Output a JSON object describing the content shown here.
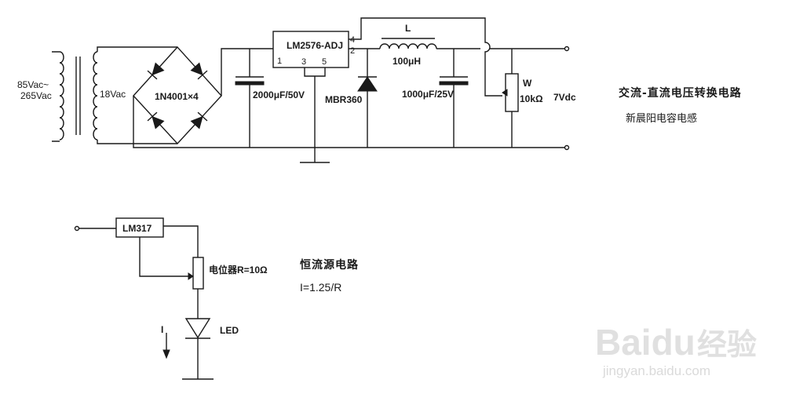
{
  "converter": {
    "title": "交流-直流电压转换电路",
    "subtitle": "新晨阳电容电感",
    "input_voltage_top": "85Vac~",
    "input_voltage_bottom": "265Vac",
    "secondary_voltage": "18Vac",
    "bridge_label": "1N4001×4",
    "filter_cap": "2000μF/50V",
    "regulator": "LM2576-ADJ",
    "pin_1": "1",
    "pin_2": "2",
    "pin_3": "3",
    "pin_4": "4",
    "pin_5": "5",
    "inductor_name": "L",
    "inductor_value": "100μH",
    "diode": "MBR360",
    "output_cap": "1000μF/25V",
    "pot_name": "W",
    "pot_value": "10kΩ",
    "output_voltage": "7Vdc"
  },
  "current_source": {
    "title": "恒流源电路",
    "regulator": "LM317",
    "pot_label": "电位器R=10Ω",
    "formula": "I=1.25/R",
    "current_label": "I",
    "led_label": "LED"
  },
  "watermark": {
    "brand": "Baidu",
    "cn": "经验",
    "url": "jingyan.baidu.com"
  }
}
